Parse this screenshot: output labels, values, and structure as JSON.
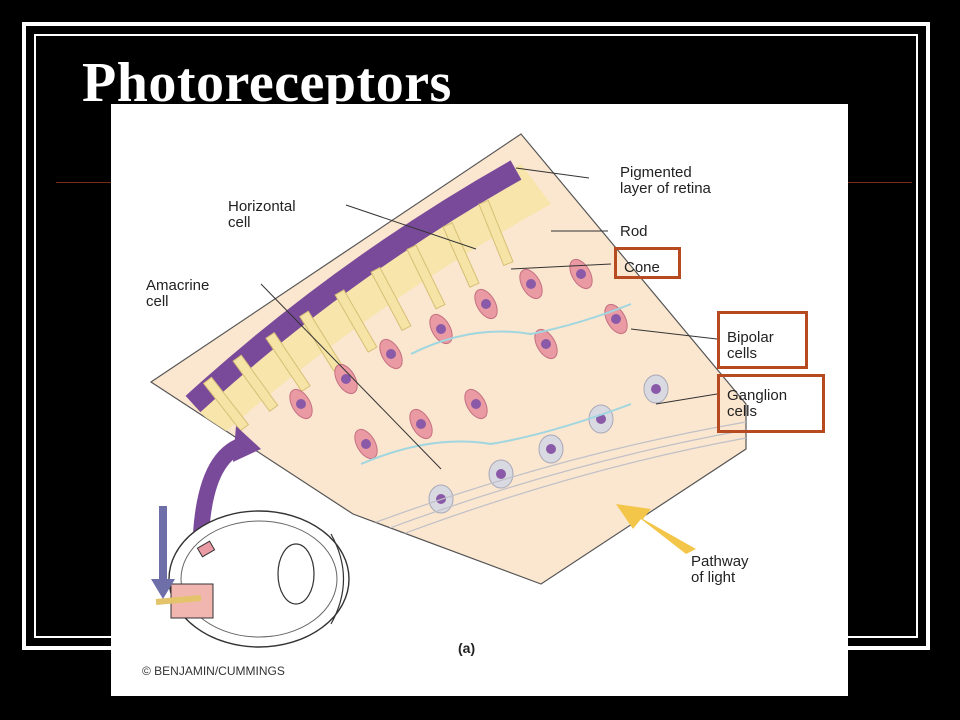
{
  "slide": {
    "title": "Photoreceptors"
  },
  "figure": {
    "labels": {
      "pigmented": "Pigmented\nlayer of retina",
      "horizontal": "Horizontal\ncell",
      "rod": "Rod",
      "cone": "Cone",
      "amacrine": "Amacrine\ncell",
      "bipolar": "Bipolar\ncells",
      "ganglion": "Ganglion\ncells",
      "pathway": "Pathway\nof light"
    },
    "panel_label": "(a)",
    "credit": "© BENJAMIN/CUMMINGS",
    "colors": {
      "pigment": "#7a4a9a",
      "rod": "#f6e4a6",
      "bipolar": "#e99aa3",
      "ganglion": "#d9d9e2",
      "tissue": "#fbe6cf",
      "highlight_box": "#b84a22",
      "light_arrow": "#f3c64a",
      "orientation_arrow": "#6e6fa8"
    }
  }
}
